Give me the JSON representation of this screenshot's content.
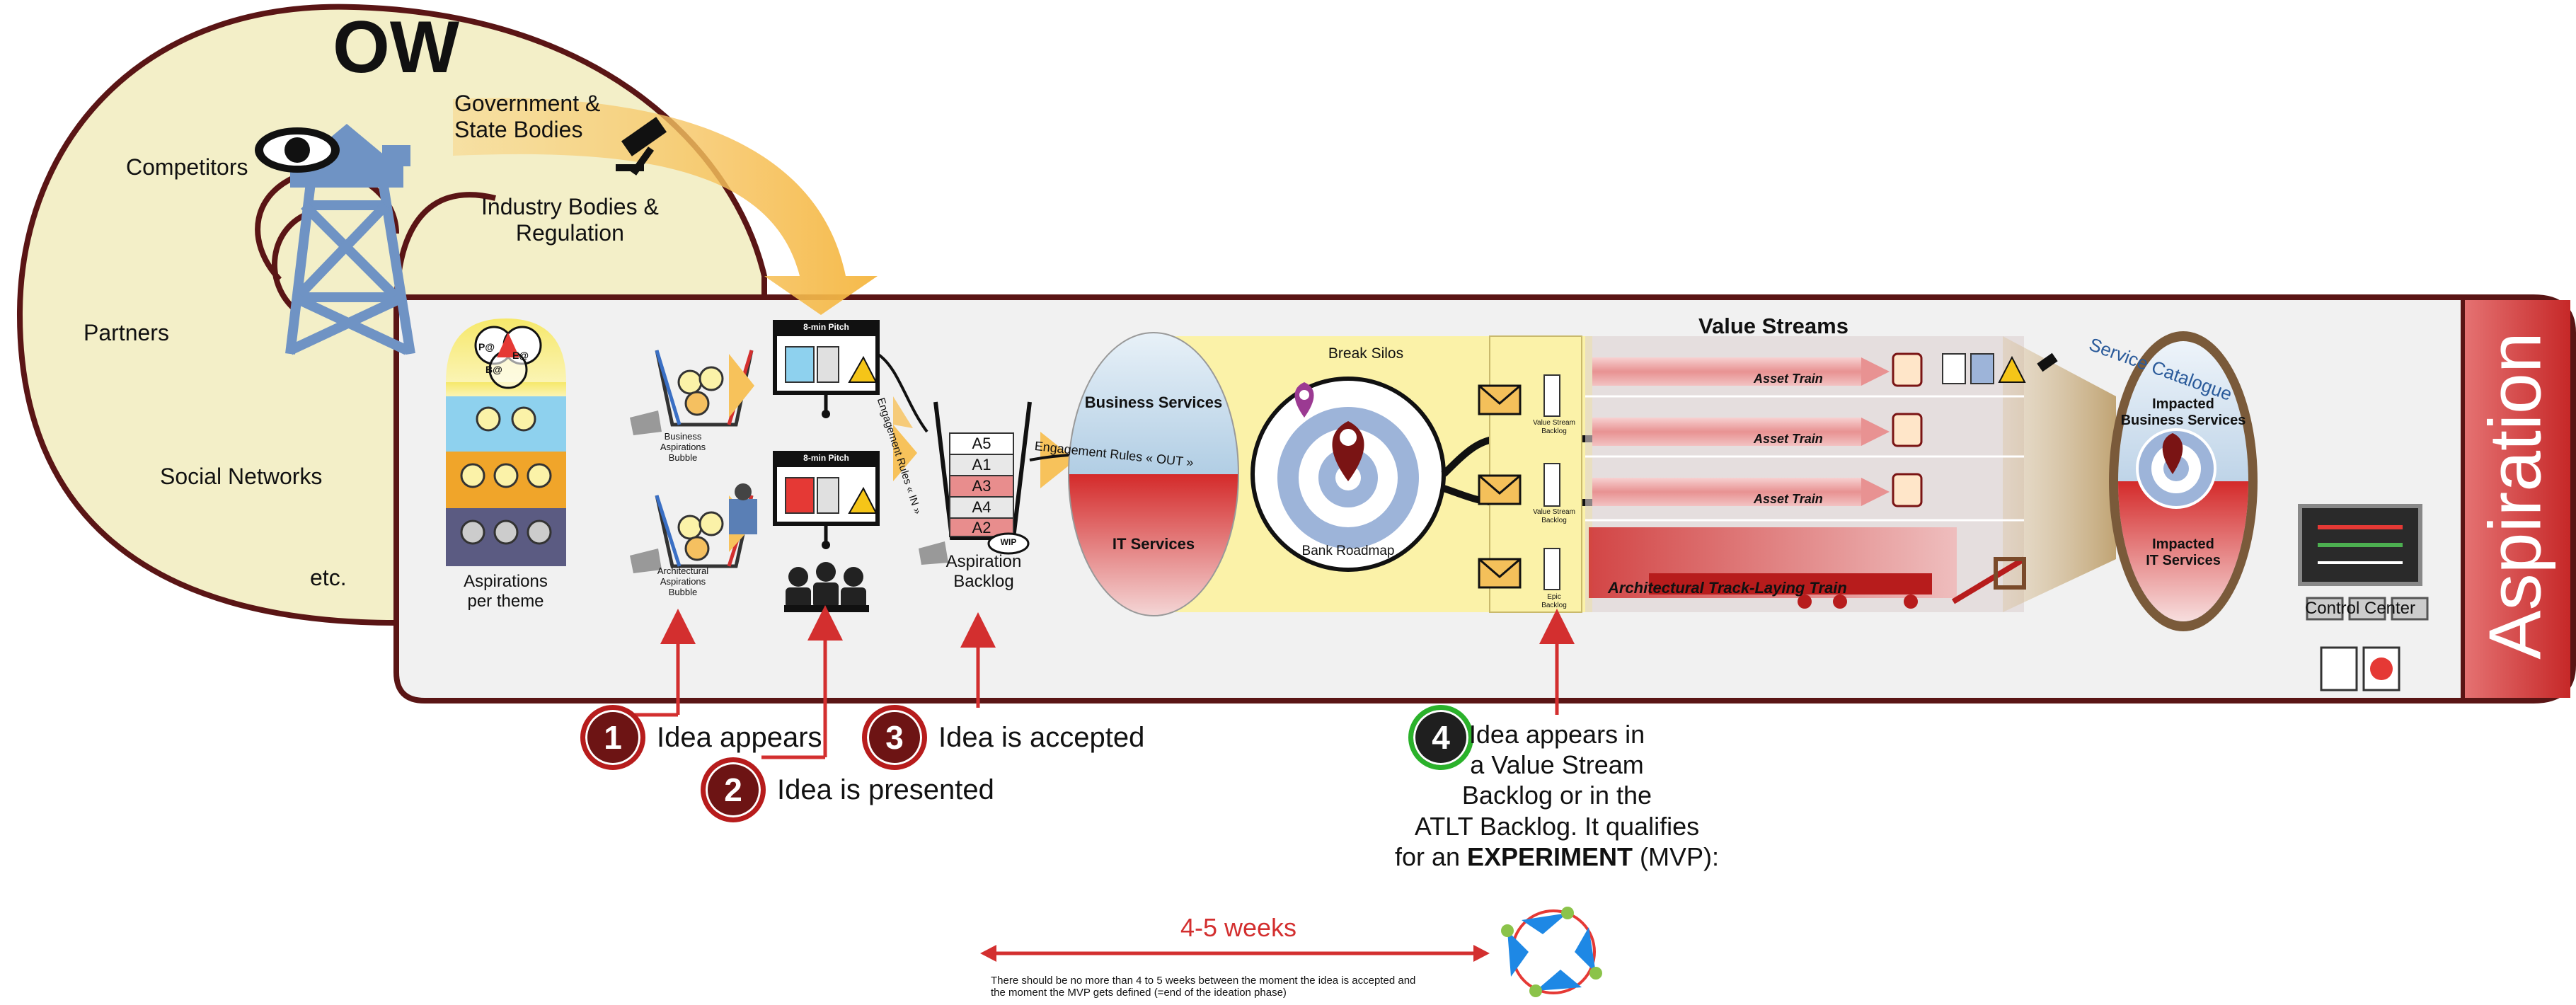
{
  "ow": {
    "title": "OW",
    "items": [
      "Competitors",
      "Government &\nState Bodies",
      "Industry Bodies &\nRegulation",
      "Partners",
      "Social Networks",
      "etc."
    ]
  },
  "band": {
    "title": "Aspiration",
    "aspirations_label": "Aspirations\nper theme",
    "venn": [
      "P@",
      "E@",
      "B@"
    ],
    "bubbles": [
      "Business\nAspirations\nBubble",
      "Architectural\nAspirations\nBubble"
    ],
    "pitch_label": "8-min Pitch",
    "engagement_in": "Engagement Rules « IN »",
    "engagement_out": "Engagement Rules « OUT »",
    "backlog_items": [
      "A5",
      "A1",
      "A3",
      "A4",
      "A2"
    ],
    "wip": "WIP",
    "backlog_label": "Aspiration\nBacklog",
    "business_services": "Business Services",
    "it_services": "IT Services",
    "break_silos": "Break Silos",
    "bank_roadmap": "Bank Roadmap",
    "value_streams": "Value Streams",
    "vs_backlog": "Value Stream\nBacklog",
    "epic_backlog": "Epic\nBacklog",
    "asset_train": "Asset Train",
    "atlt": "Architectural Track-Laying Train",
    "service_catalogue": "Service Catalogue",
    "impacted_business": "Impacted\nBusiness Services",
    "impacted_it": "Impacted\nIT Services",
    "control_center": "Control Center"
  },
  "steps": [
    {
      "number": "1",
      "text": "Idea appears"
    },
    {
      "number": "2",
      "text": "Idea is presented"
    },
    {
      "number": "3",
      "text": "Idea is accepted"
    },
    {
      "number": "4",
      "text_parts": [
        "Idea appears in\na Value Stream\nBacklog or in the\nATLT Backlog. It qualifies\nfor an ",
        "EXPERIMENT",
        " (MVP):"
      ]
    }
  ],
  "timeline": {
    "label": "4-5 weeks",
    "note": "There should be no more than 4 to 5 weeks between the moment the idea is accepted and\nthe moment the MVP gets defined (=end of the ideation phase)"
  },
  "colors": {
    "red": "#d32f2f",
    "dark_red": "#7a1414",
    "green": "#2bb22b",
    "band_fill": "#f0f0f0",
    "ow_fill": "#f3efc8",
    "outline": "#5a1515",
    "yellow": "#fbf2a8",
    "orange_arrow": "#f7c25b"
  }
}
